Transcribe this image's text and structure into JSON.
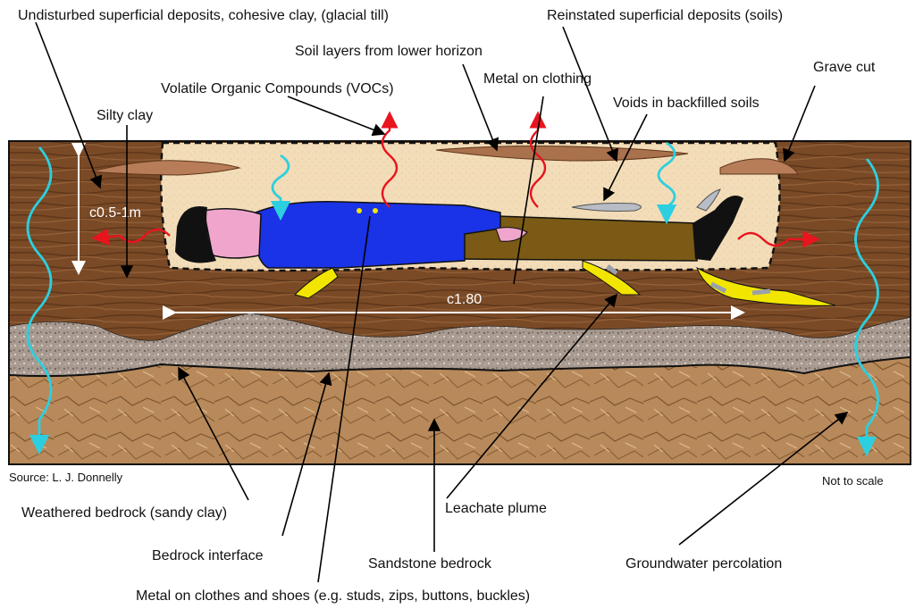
{
  "labels": {
    "undisturbed": "Undisturbed superficial deposits, cohesive clay, (glacial till)",
    "reinstated": "Reinstated superficial deposits (soils)",
    "soil_layers": "Soil layers from lower horizon",
    "metal_on_clothing": "Metal on clothing",
    "grave_cut": "Grave cut",
    "vocs": "Volatile Organic Compounds (VOCs)",
    "voids": "Voids in backfilled soils",
    "silty_clay": "Silty clay",
    "depth": "c0.5-1m",
    "length": "c1.80",
    "source": "Source: L. J. Donnelly",
    "not_to_scale": "Not to scale",
    "weathered_bedrock": "Weathered bedrock (sandy clay)",
    "leachate_plume": "Leachate plume",
    "bedrock_interface": "Bedrock interface",
    "sandstone_bedrock": "Sandstone bedrock",
    "groundwater": "Groundwater percolation",
    "metal_on_clothes_shoes": "Metal on clothes and shoes (e.g. studs, zips, buttons, buckles)"
  },
  "colors": {
    "soil": "#7a4a26",
    "grave_fill": "#f3ddb8",
    "gravel": "#a89a90",
    "bedrock": "#b8895a",
    "voc_arrow": "#e8141e",
    "groundwater": "#2ccfe0",
    "leachate": "#f2e600",
    "jacket": "#1a33e6",
    "trousers": "#7a5a14"
  }
}
